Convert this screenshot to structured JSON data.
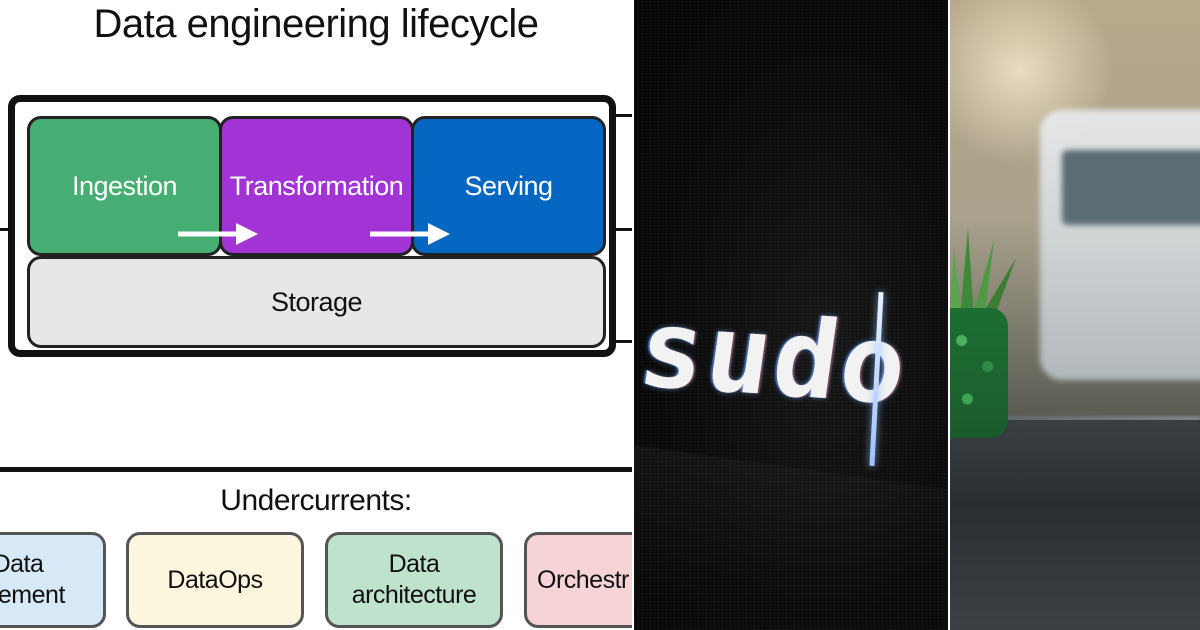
{
  "diagram": {
    "title": "Data engineering lifecycle",
    "stages": {
      "ingestion": "Ingestion",
      "transformation": "Transformation",
      "serving": "Serving"
    },
    "storage": "Storage",
    "undercurrents_heading": "Undercurrents:",
    "undercurrents": {
      "data_management": "Data\nagement",
      "dataops": "DataOps",
      "data_architecture": "Data\narchitecture",
      "orchestration": "Orchestr"
    },
    "colors": {
      "ingestion": "#47ae73",
      "transformation": "#a234d6",
      "serving": "#0667c2",
      "storage": "#e7e7e7"
    }
  },
  "terminal": {
    "command": "sudo"
  },
  "photo": {
    "subject": "plant-on-windowsill"
  }
}
